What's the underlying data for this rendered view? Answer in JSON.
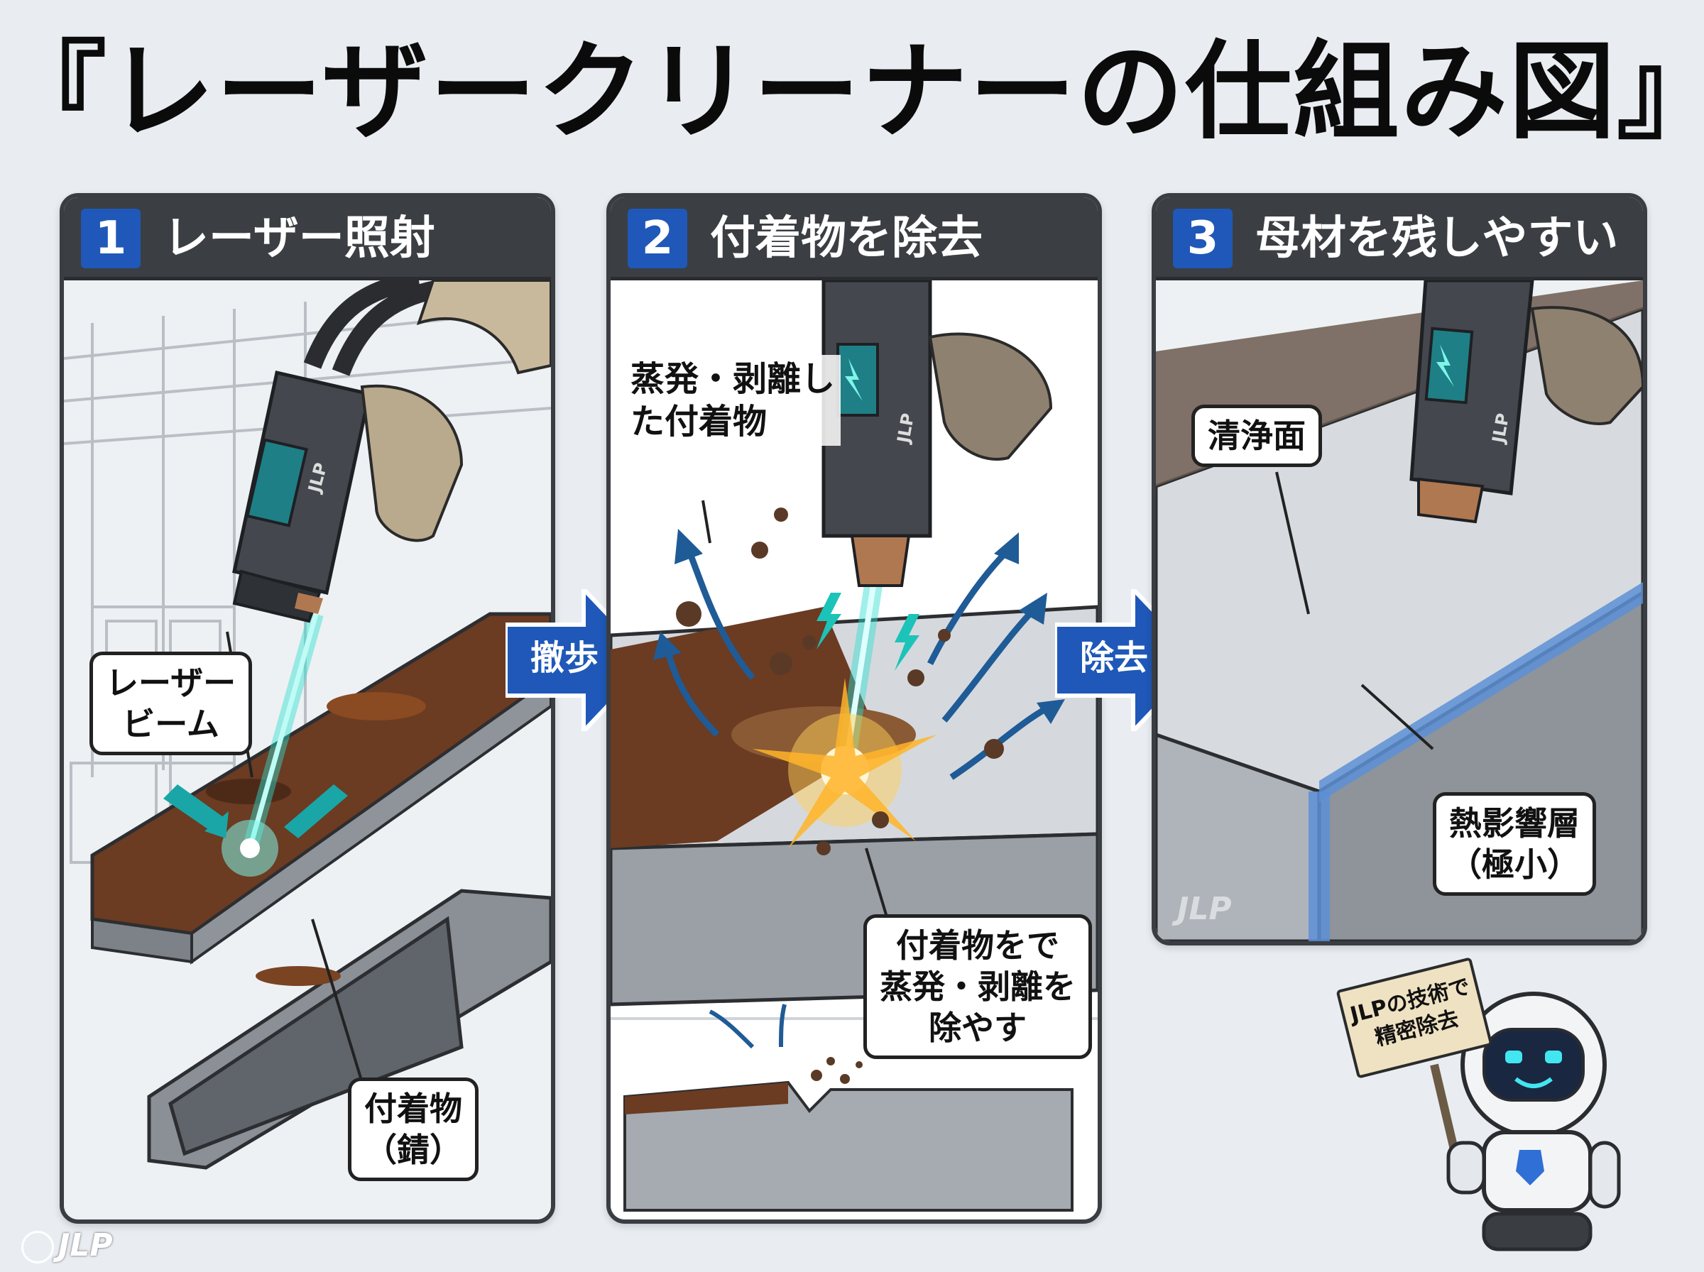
{
  "title": "『レーザークリーナーの仕組み図』",
  "panels": [
    {
      "num": "1",
      "label": "レーザー照射"
    },
    {
      "num": "2",
      "label": "付着物を除去"
    },
    {
      "num": "3",
      "label": "母材を残しやすい"
    }
  ],
  "arrows": [
    "撤歩",
    "除去"
  ],
  "callouts": {
    "laser_beam": [
      "レーザー",
      "ビーム"
    ],
    "deposit": [
      "付着物",
      "（錆）"
    ],
    "evaporated": [
      "蒸発・剥離し",
      "た付着物"
    ],
    "process": [
      "付着物をで",
      "蒸発・剥離を",
      "除やす"
    ],
    "clean_surface": "清浄面",
    "haz": [
      "熱影響層",
      "（極小）"
    ]
  },
  "tool_brand": "JLP",
  "sign": [
    "JLPの技術で",
    "精密除去"
  ],
  "logo": "JLP",
  "colors": {
    "accent": "#1f58b8",
    "header": "#3b3e43",
    "laser": "#2fe0d0",
    "rust": "#6b3b22"
  }
}
